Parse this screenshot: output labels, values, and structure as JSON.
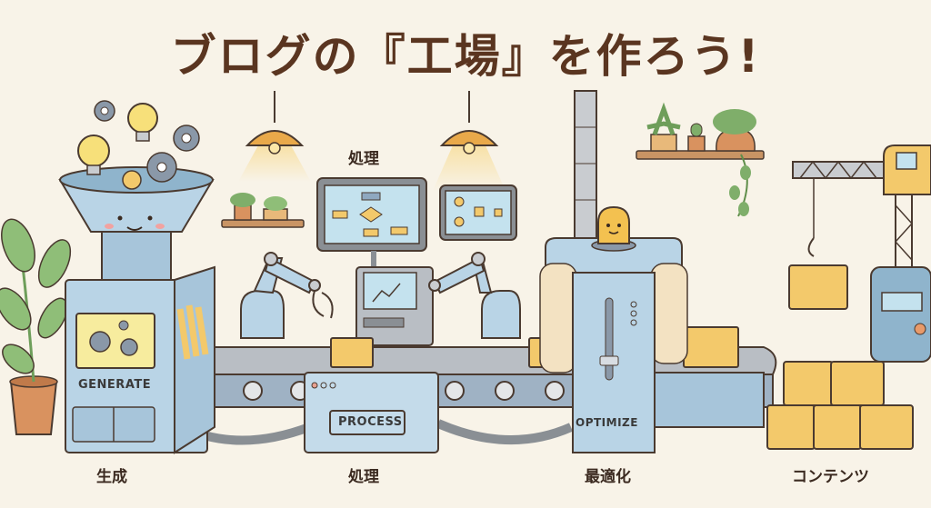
{
  "title": "ブログの『工場』を作ろう!",
  "stages": [
    {
      "id": "generate",
      "machine_label": "GENERATE",
      "caption": "生成"
    },
    {
      "id": "process",
      "machine_label": "PROCESS",
      "caption": "処理",
      "screen_heading": "処理"
    },
    {
      "id": "optimize",
      "machine_label": "OPTIMIZE",
      "caption": "最適化"
    },
    {
      "id": "content",
      "caption": "コンテンツ"
    }
  ],
  "colors": {
    "background": "#f8f3e8",
    "title": "#5a3520",
    "machine_blue": "#b9d4e6",
    "outline": "#4a3a30",
    "box_yellow": "#f3c96b",
    "bulb_yellow": "#f7e07a",
    "gear_gray": "#8a98a8",
    "plant_green": "#7fae6a",
    "lamp_orange": "#e9a94a"
  }
}
